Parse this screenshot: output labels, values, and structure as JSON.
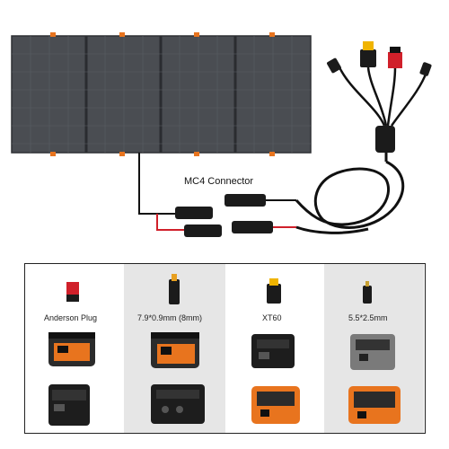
{
  "connector_label": "MC4 Connector",
  "products": [
    {
      "label": "Anderson Plug"
    },
    {
      "label": "7.9*0.9mm   (8mm)"
    },
    {
      "label": "XT60"
    },
    {
      "label": "5.5*2.5mm"
    }
  ],
  "colors": {
    "panel": "#4a4d52",
    "panel_grid": "#5a5e64",
    "cable": "#111111",
    "red_wire": "#d0202a",
    "orange_accent": "#e8741e",
    "yellow_connector": "#f0b400"
  }
}
